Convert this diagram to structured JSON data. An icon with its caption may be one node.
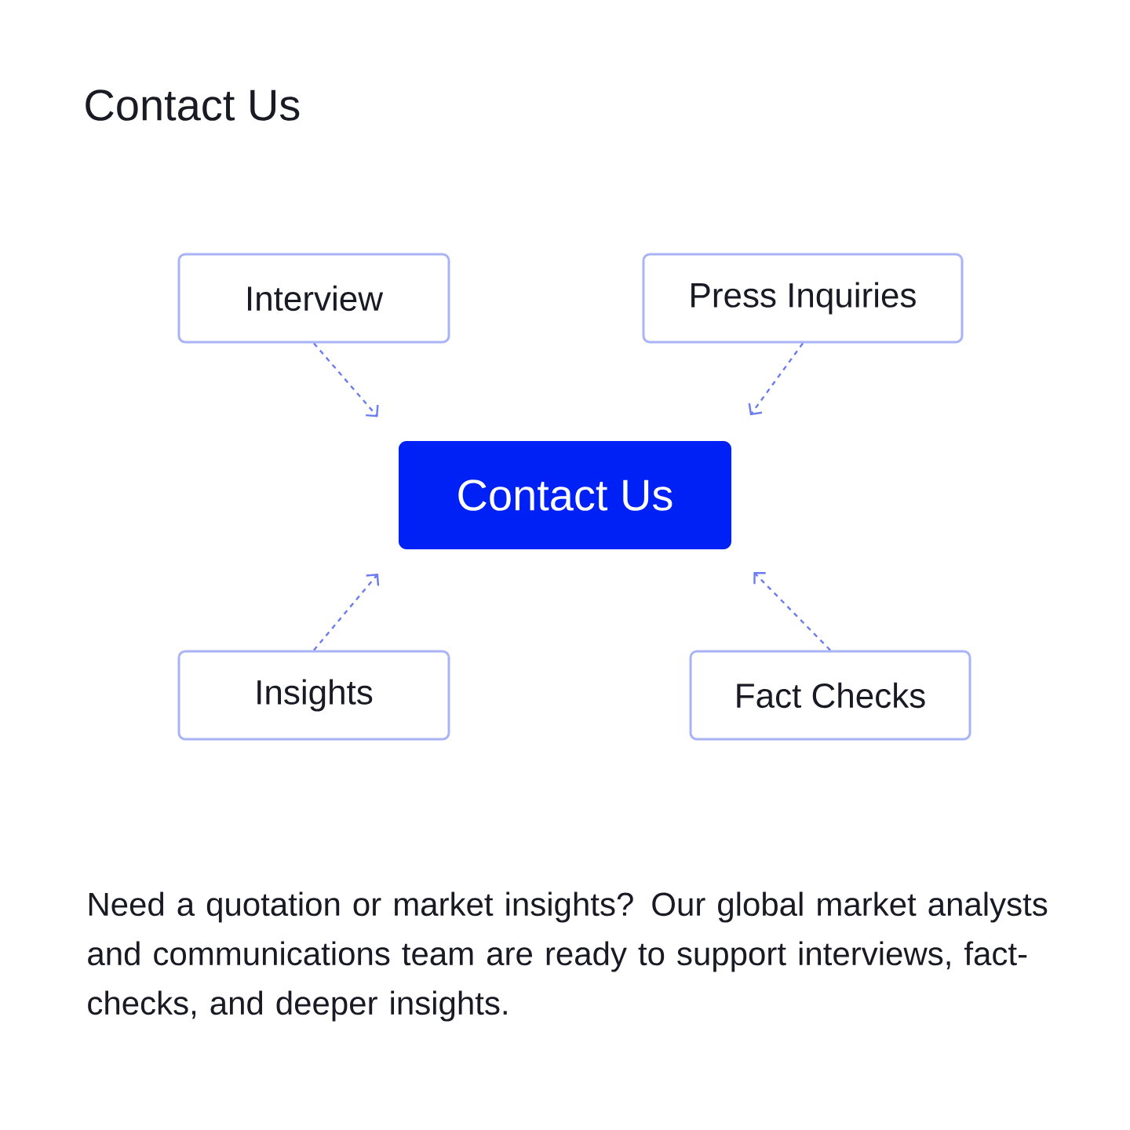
{
  "diagram": {
    "title": "Contact Us",
    "nodes": [
      {
        "text": [
          "Contact Us"
        ]
      },
      {
        "text": [
          "Interview"
        ]
      },
      {
        "text": [
          "Press Inquiries"
        ]
      },
      {
        "text": [
          "Insights"
        ]
      },
      {
        "text": [
          "Fact Checks"
        ]
      }
    ],
    "edges": [
      {
        "from": 1,
        "to": 0,
        "arrow": "to",
        "style": "dashed"
      },
      {
        "from": 2,
        "to": 0,
        "arrow": "to",
        "style": "dashed"
      },
      {
        "from": 3,
        "to": 0,
        "arrow": "to",
        "style": "dashed"
      },
      {
        "from": 4,
        "to": 0,
        "arrow": "to",
        "style": "dashed"
      }
    ],
    "caption": "Need a quotation or market insights? Our global market analysts and communications team are ready to support interviews, fact-checks, and deeper insights."
  }
}
